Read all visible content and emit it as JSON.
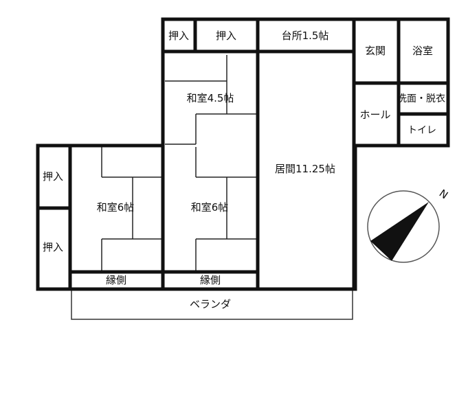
{
  "rooms": {
    "oshiire_top_small": "押入",
    "oshiire_top_large": "押入",
    "kitchen": "台所1.5帖",
    "genkan": "玄関",
    "bath": "浴室",
    "washroom": "洗面・脱衣",
    "hall": "ホール",
    "toilet": "トイレ",
    "washitsu_45": "和室4.5帖",
    "living": "居間11.25帖",
    "oshiire_left_upper": "押入",
    "oshiire_left_lower": "押入",
    "washitsu_6_left": "和室6帖",
    "washitsu_6_right": "和室6帖",
    "engawa_left": "縁側",
    "engawa_right": "縁側",
    "veranda": "ベランダ"
  },
  "compass": {
    "north_label": "N",
    "icon": "compass-north-arrow-icon"
  },
  "colors": {
    "wall": "#111111",
    "line": "#222222",
    "background": "#ffffff"
  }
}
